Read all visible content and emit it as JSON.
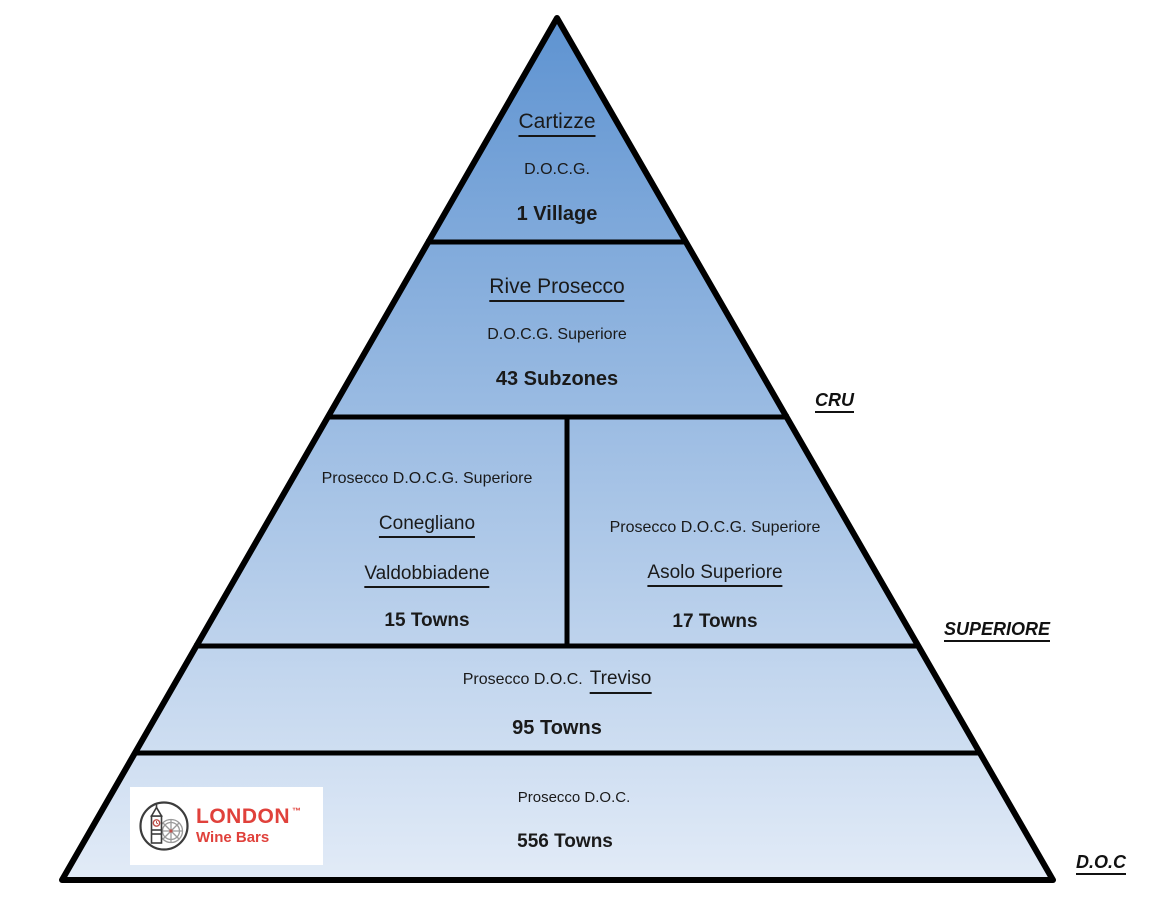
{
  "colors": {
    "pyramid_gradient_top": "#5e93d1",
    "pyramid_gradient_bottom": "#e2ebf7",
    "outline": "#000000",
    "text": "#1a1a1a",
    "logo_red": "#e0413b"
  },
  "levels": [
    {
      "name": "Cartizze",
      "designation": "D.O.C.G.",
      "count": "1 Village"
    },
    {
      "name": "Rive Prosecco",
      "designation": "D.O.C.G. Superiore",
      "count": "43 Subzones"
    },
    {
      "designation": "Prosecco D.O.C.G. Superiore",
      "name_line1": "Conegliano",
      "name_line2": "Valdobbiadene",
      "count": "15 Towns"
    },
    {
      "designation": "Prosecco D.O.C.G. Superiore",
      "name": "Asolo Superiore",
      "count": "17 Towns"
    },
    {
      "designation": "Prosecco D.O.C.",
      "name": "Treviso",
      "count": "95 Towns"
    },
    {
      "designation": "Prosecco D.O.C.",
      "count": "556 Towns"
    }
  ],
  "side_labels": {
    "cru": "CRU",
    "superiore": "SUPERIORE",
    "doc": "D.O.C"
  },
  "logo": {
    "brand": "LONDON",
    "trademark": "™",
    "subtitle": "Wine Bars"
  }
}
